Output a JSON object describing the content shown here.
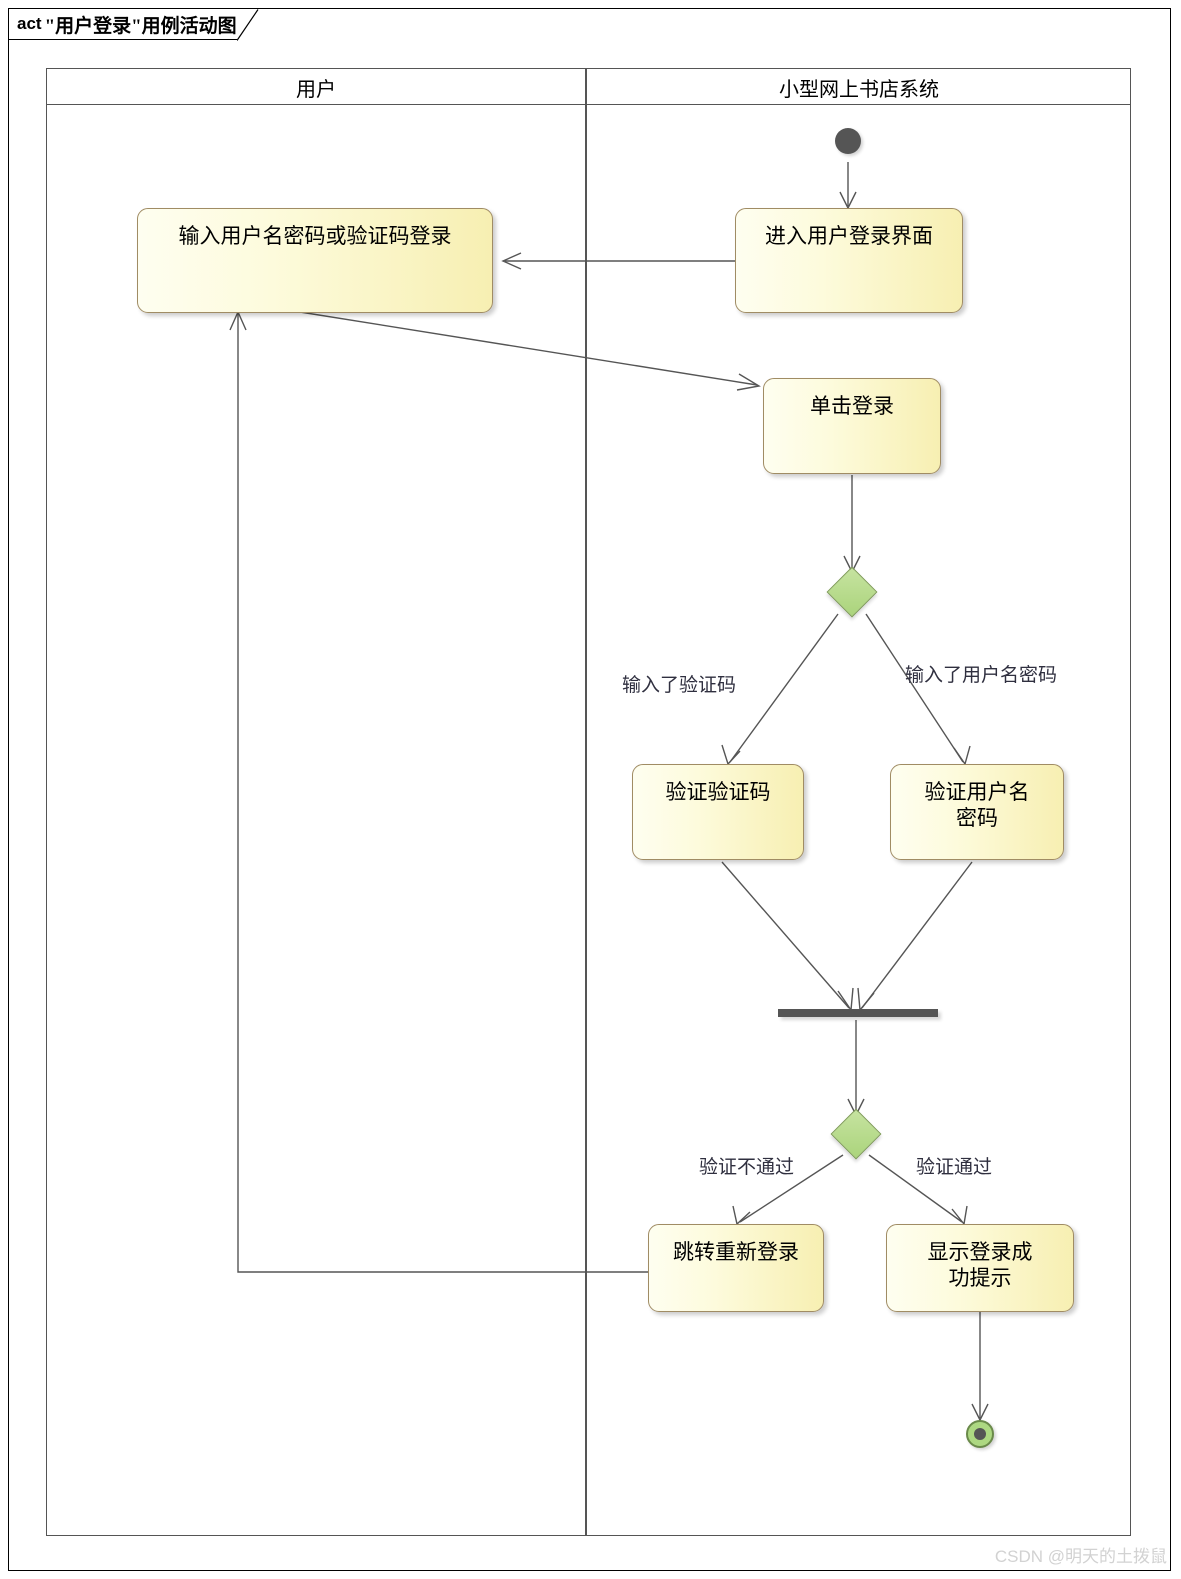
{
  "diagram": {
    "keyword": "act",
    "title": "\"用户登录\"用例活动图",
    "type": "uml-activity-diagram"
  },
  "lanes": [
    {
      "id": "user",
      "label": "用户"
    },
    {
      "id": "system",
      "label": "小型网上书店系统"
    }
  ],
  "nodes": {
    "start": {
      "kind": "initial-node",
      "lane": "system"
    },
    "enter_login": {
      "kind": "action",
      "lane": "system",
      "label": "进入用户登录界面"
    },
    "input_creds": {
      "kind": "action",
      "lane": "user",
      "label": "输入用户名密码或验证码登录"
    },
    "click_login": {
      "kind": "action",
      "lane": "system",
      "label": "单击登录"
    },
    "decision1": {
      "kind": "decision",
      "lane": "system"
    },
    "verify_code": {
      "kind": "action",
      "lane": "system",
      "label": "验证验证码"
    },
    "verify_pwd": {
      "kind": "action",
      "lane": "system",
      "label": "验证用户名\n密码"
    },
    "merge_bar": {
      "kind": "merge-bar",
      "lane": "system"
    },
    "decision2": {
      "kind": "decision",
      "lane": "system"
    },
    "relogin": {
      "kind": "action",
      "lane": "system",
      "label": "跳转重新登录"
    },
    "success": {
      "kind": "action",
      "lane": "system",
      "label": "显示登录成\n功提示"
    },
    "end": {
      "kind": "final-node",
      "lane": "system"
    }
  },
  "edge_labels": {
    "captcha_entered": "输入了验证码",
    "credentials_entered": "输入了用户名密码",
    "verify_failed": "验证不通过",
    "verify_passed": "验证通过"
  },
  "colors": {
    "action_fill_light": "#FEFEF0",
    "action_fill_dark": "#F7EFB2",
    "action_border": "#A08C64",
    "decision_fill": "#ABD47C",
    "decision_border": "#7D9B55",
    "control_node": "#555555",
    "lane_border": "#555555",
    "frame_border": "#000000",
    "edge_stroke": "#555555",
    "label_text": "#2F2F3F"
  },
  "watermark": "CSDN @明天的土拨鼠"
}
